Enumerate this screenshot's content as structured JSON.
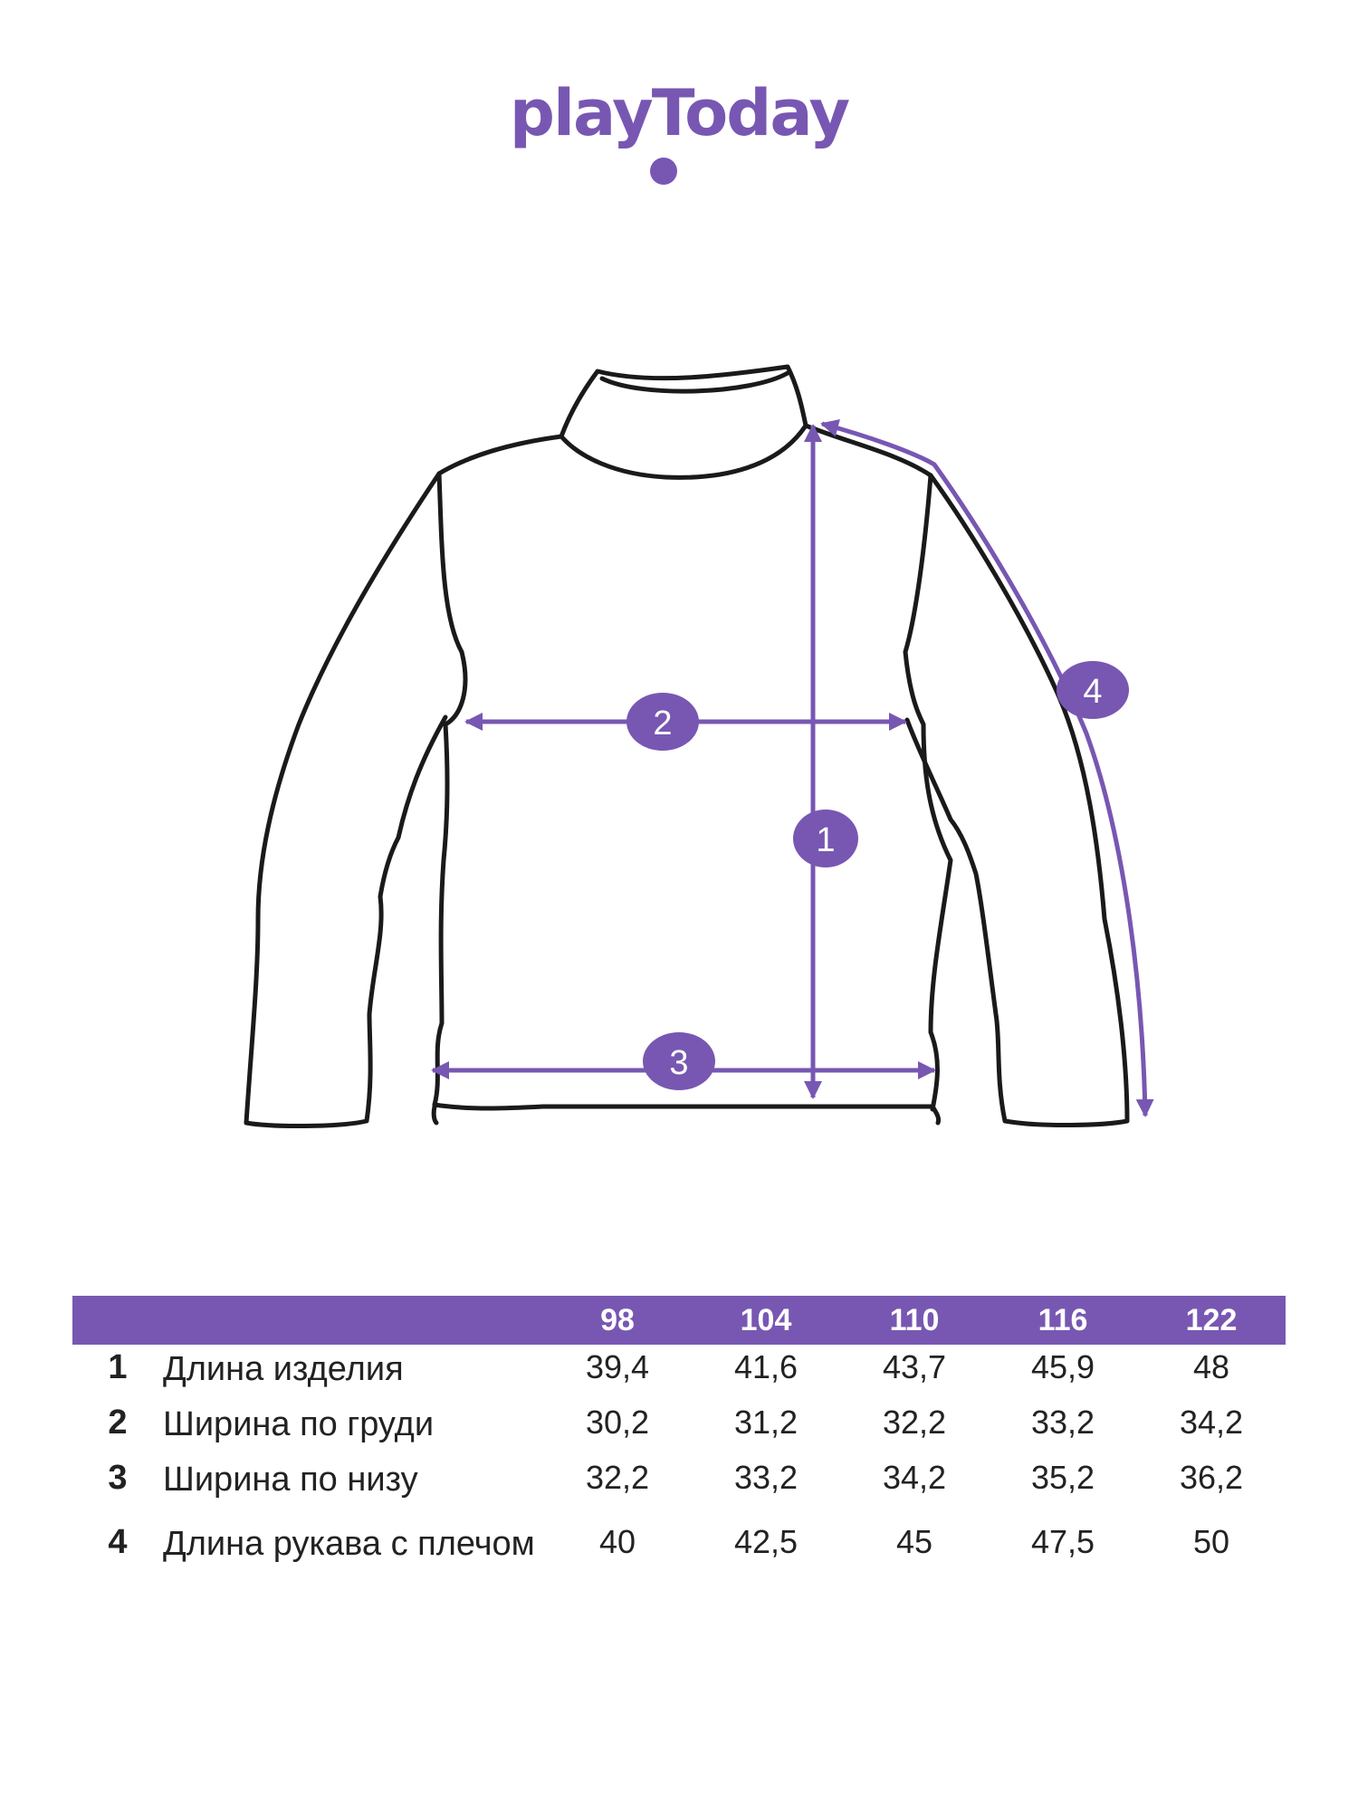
{
  "brand": {
    "name": "playToday",
    "color": "#7857b2"
  },
  "markers": [
    "1",
    "2",
    "3",
    "4"
  ],
  "table": {
    "header": [
      "",
      "",
      "98",
      "104",
      "110",
      "116",
      "122"
    ],
    "rows": [
      {
        "num": "1",
        "label": "Длина изделия",
        "values": [
          "39,4",
          "41,6",
          "43,7",
          "45,9",
          "48"
        ]
      },
      {
        "num": "2",
        "label": "Ширина по груди",
        "values": [
          "30,2",
          "31,2",
          "32,2",
          "33,2",
          "34,2"
        ]
      },
      {
        "num": "3",
        "label": "Ширина по низу",
        "values": [
          "32,2",
          "33,2",
          "34,2",
          "35,2",
          "36,2"
        ]
      },
      {
        "num": "4",
        "label": "Длина рукава с плечом",
        "values": [
          "40",
          "42,5",
          "45",
          "47,5",
          "50"
        ]
      }
    ]
  }
}
